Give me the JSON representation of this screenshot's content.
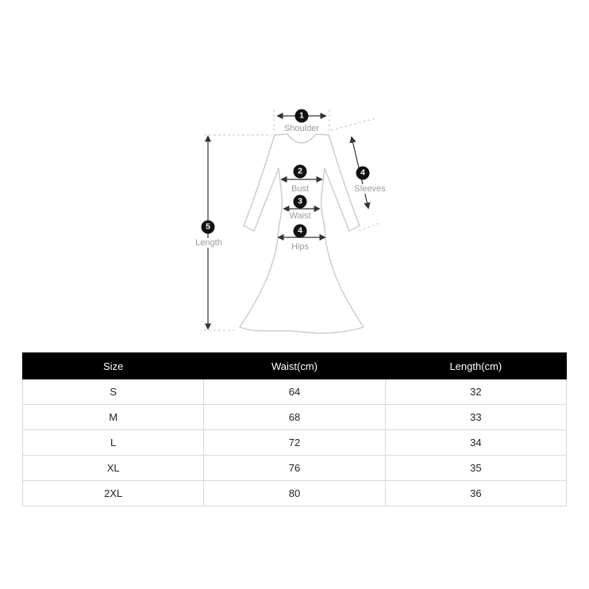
{
  "diagram": {
    "annotations": [
      {
        "num": "1",
        "label": "Shoulder"
      },
      {
        "num": "2",
        "label": "Bust"
      },
      {
        "num": "3",
        "label": "Waist"
      },
      {
        "num": "4",
        "label": "Hips"
      },
      {
        "num": "4",
        "label": "Sleeves"
      },
      {
        "num": "5",
        "label": "Length"
      }
    ]
  },
  "table": {
    "headers": [
      "Size",
      "Waist(cm)",
      "Length(cm)"
    ],
    "rows": [
      [
        "S",
        "64",
        "32"
      ],
      [
        "M",
        "68",
        "33"
      ],
      [
        "L",
        "72",
        "34"
      ],
      [
        "XL",
        "76",
        "35"
      ],
      [
        "2XL",
        "80",
        "36"
      ]
    ]
  },
  "colors": {
    "badge_bg": "#111111",
    "diagram_outline": "#cbcbcb",
    "label_text": "#9a9a9a",
    "arrow": "#333333",
    "table_header_bg": "#000000",
    "table_header_text": "#ffffff",
    "table_border": "#d8d8d8"
  }
}
